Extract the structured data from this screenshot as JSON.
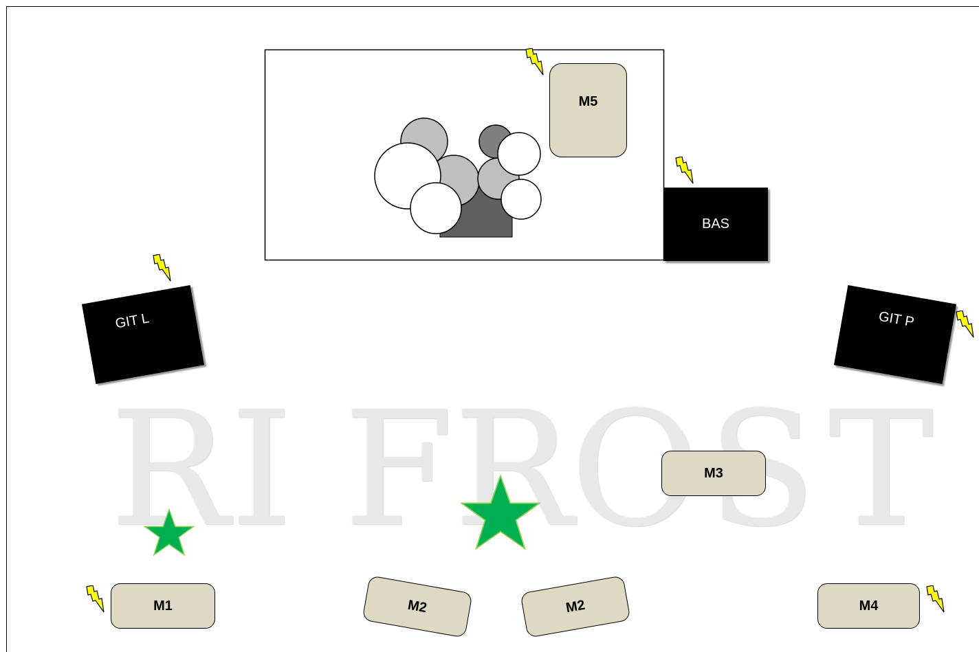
{
  "stage": {
    "amps": {
      "bass": "BAS",
      "guitar_left": "GIT L",
      "guitar_right": "GIT P"
    },
    "monitors": {
      "m5": "M5",
      "m3": "M3",
      "m1": "M1",
      "m2_left": "M2",
      "m2_right": "M2",
      "m4": "M4"
    },
    "backdrop_letters": [
      "R",
      "I",
      "F",
      "R",
      "O",
      "S",
      "T"
    ],
    "colors": {
      "monitor_fill": "#ddd9c4",
      "amp_fill": "#000000",
      "star_fill": "#00b050",
      "power_bolt": "#ffff00"
    },
    "icons": [
      "power-bolt-icon",
      "star-icon",
      "drum-kit-icon"
    ]
  }
}
